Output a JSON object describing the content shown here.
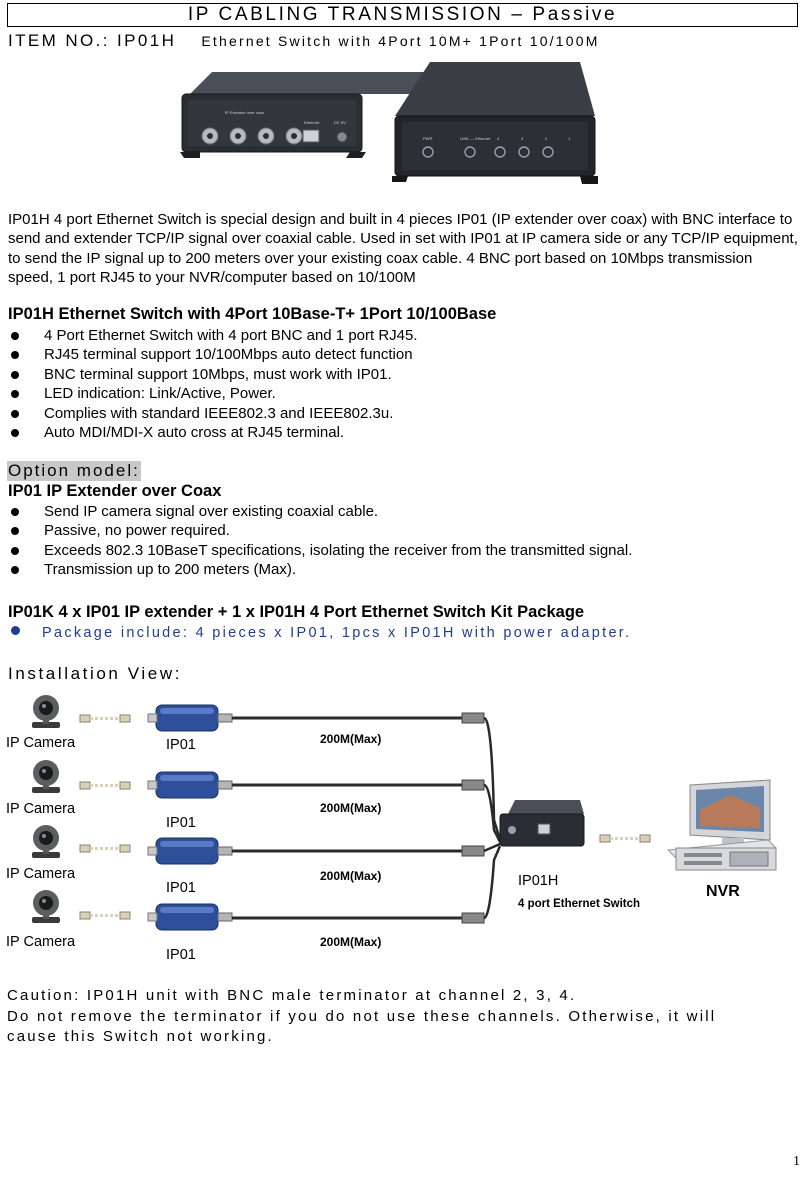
{
  "header": {
    "title": "IP CABLING TRANSMISSION – Passive",
    "item_prefix": "ITEM NO.:  IP01H",
    "item_desc": "Ethernet Switch with 4Port 10M+ 1Port 10/100M"
  },
  "product_images": {
    "front_label": "IP Extender over coax",
    "ethernet_label": "Ethernet",
    "dc_label": "DC 5V",
    "pwr_label": "PWR",
    "link_label": "LINK — Ethernet",
    "led_numbers": [
      "4",
      "3",
      "2",
      "1"
    ]
  },
  "intro": "IP01H 4 port Ethernet Switch is special design and built in 4 pieces IP01 (IP extender over coax) with BNC interface to send and extender TCP/IP signal over coaxial cable.   Used in set with IP01 at IP camera side or any TCP/IP equipment, to send the IP signal up to 200 meters over your existing coax cable.   4 BNC port based on 10Mbps transmission speed, 1 port RJ45 to your NVR/computer based on 10/100M",
  "features": {
    "heading": "IP01H Ethernet Switch with 4Port 10Base-T+ 1Port 10/100Base",
    "items": [
      "4 Port Ethernet Switch with 4 port BNC and 1 port RJ45.",
      "RJ45 terminal support 10/100Mbps auto detect function",
      "BNC terminal support 10Mbps, must work with IP01.",
      "LED indication:   Link/Active, Power.",
      "Complies with standard IEEE802.3 and IEEE802.3u.",
      "Auto MDI/MDI-X auto cross at RJ45 terminal."
    ]
  },
  "option": {
    "label": "Option model:",
    "heading": "IP01    IP Extender over Coax",
    "items": [
      "Send IP camera signal over existing coaxial cable.",
      "Passive, no power required.",
      "Exceeds 802.3 10BaseT specifications, isolating the receiver from the transmitted signal.",
      "Transmission up to 200 meters (Max)."
    ]
  },
  "kit": {
    "heading": "IP01K    4 x IP01 IP extender + 1 x IP01H 4 Port Ethernet Switch Kit Package",
    "package": "Package include: 4 pieces x IP01, 1pcs x IP01H with power adapter."
  },
  "installation": {
    "heading": "Installation View:",
    "camera_label": "IP Camera",
    "extender_label": "IP01",
    "distance_label": "200M(Max)",
    "switch_label": "IP01H",
    "switch_sub_label": "4 port Ethernet Switch",
    "nvr_label": "NVR"
  },
  "caution": {
    "line1": "Caution: IP01H unit with BNC male terminator at channel 2, 3, 4.",
    "line2": "Do not remove the terminator if you do not use these channels.   Otherwise, it will",
    "line3": "cause this Switch not working."
  },
  "page_number": "1",
  "colors": {
    "accent_blue": "#1f3f8f",
    "option_highlight": "#c8c8c8",
    "device_body": "#2a2d33",
    "extender_blue": "#2d4f9a"
  }
}
